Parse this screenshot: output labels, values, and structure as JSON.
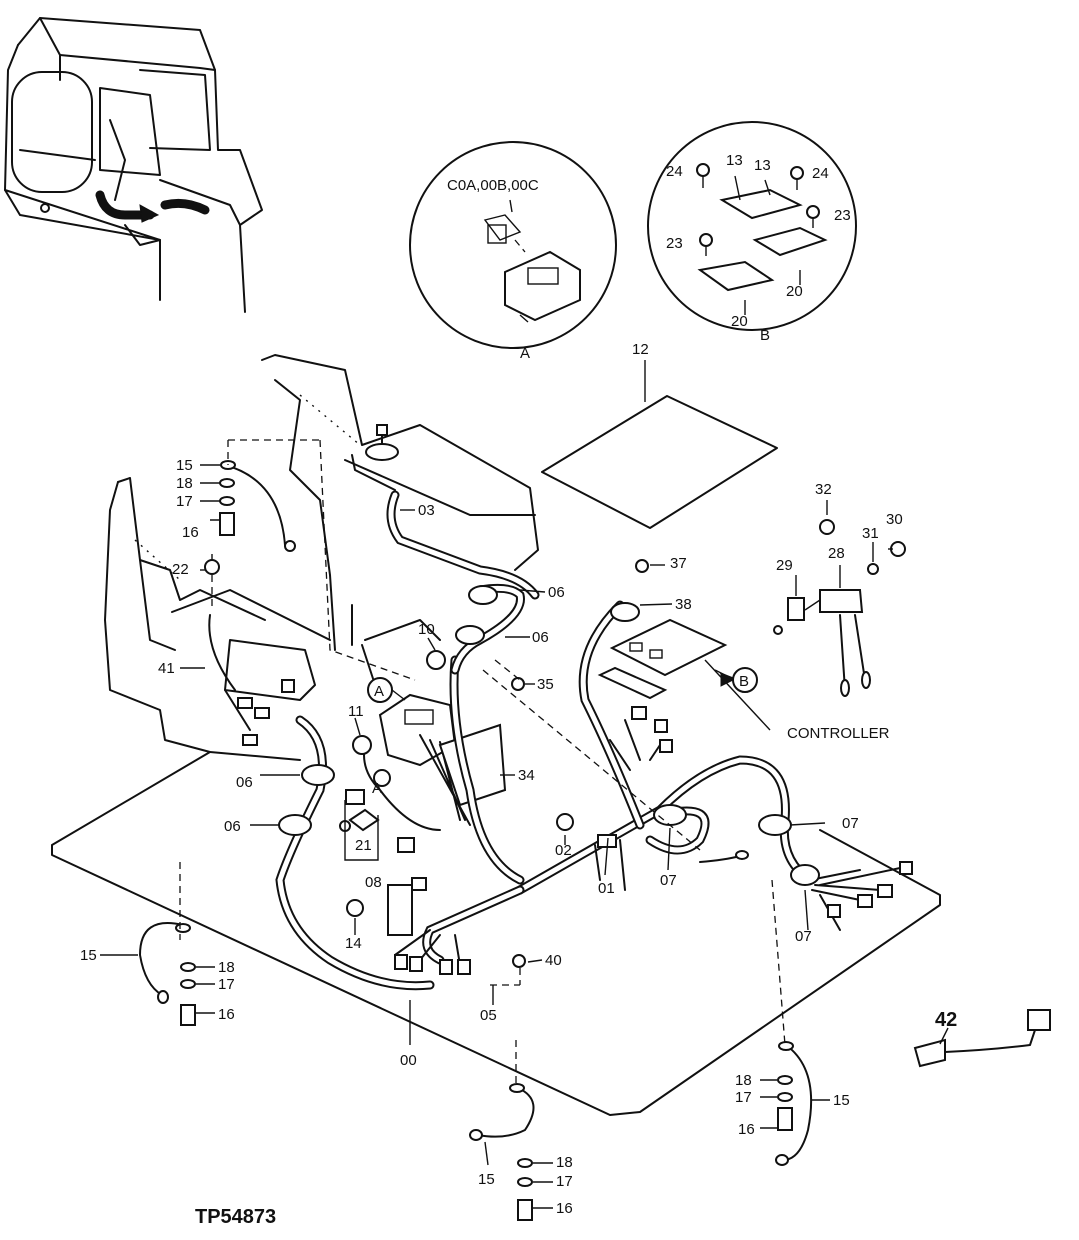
{
  "figure_id": "TP54873",
  "callouts": {
    "c00": "00",
    "c01": "01",
    "c02": "02",
    "c03": "03",
    "c05": "05",
    "c06a": "06",
    "c06b": "06",
    "c06c": "06",
    "c06d": "06",
    "c07a": "07",
    "c07b": "07",
    "c07c": "07",
    "c08": "08",
    "c10": "10",
    "c11": "11",
    "c12": "12",
    "c14": "14",
    "c15a": "15",
    "c15b": "15",
    "c15c": "15",
    "c15d": "15",
    "c16a": "16",
    "c16b": "16",
    "c16c": "16",
    "c16d": "16",
    "c17a": "17",
    "c17b": "17",
    "c17c": "17",
    "c17d": "17",
    "c18a": "18",
    "c18b": "18",
    "c18c": "18",
    "c18d": "18",
    "c21": "21",
    "c22": "22",
    "c28": "28",
    "c29": "29",
    "c30": "30",
    "c31": "31",
    "c32": "32",
    "c34": "34",
    "c35": "35",
    "c37": "37",
    "c38": "38",
    "c40": "40",
    "c41": "41",
    "c42": "42",
    "det_a_flag": "A",
    "det_a_small": "A",
    "det_b_flag": "B"
  },
  "detail_a": {
    "label": "A",
    "variants": "C0A,00B,00C"
  },
  "detail_b": {
    "label": "B",
    "c13a": "13",
    "c13b": "13",
    "c20a": "20",
    "c20b": "20",
    "c23a": "23",
    "c23b": "23",
    "c24a": "24",
    "c24b": "24"
  },
  "controller_label": "CONTROLLER"
}
